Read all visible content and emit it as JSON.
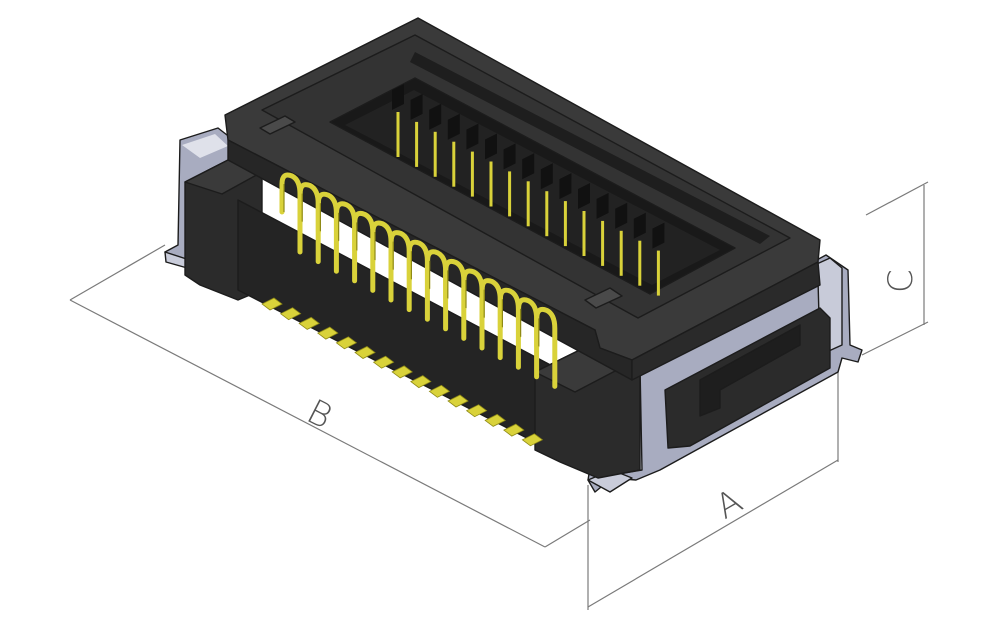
{
  "figure": {
    "labels": {
      "a": "A",
      "b": "B",
      "c": "C"
    },
    "contact_count": 15
  },
  "colors": {
    "housing_dark": "#2b2b2b",
    "housing_top": "#3a3a3a",
    "housing_shadow": "#161616",
    "contact_gold": "#d9d23a",
    "contact_gold_dark": "#8f8a16",
    "bracket_metal": "#a8acc0",
    "bracket_highlight": "#dfe1ea",
    "dimension_line": "#7a7a7a"
  }
}
